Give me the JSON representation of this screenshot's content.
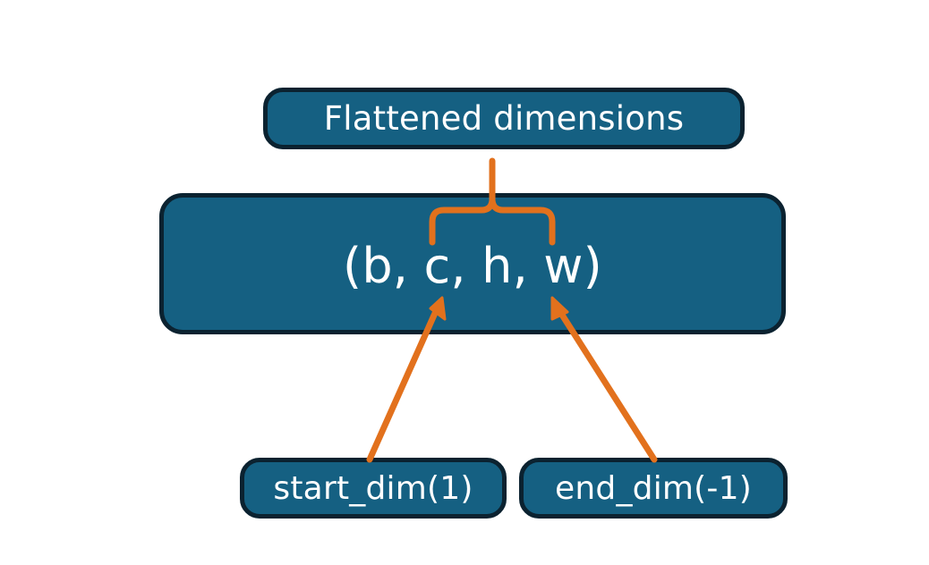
{
  "diagram": {
    "title_node": {
      "label": "Flattened dimensions"
    },
    "shape_node": {
      "label": "(b, c, h, w)"
    },
    "start_node": {
      "label": "start_dim(1)"
    },
    "end_node": {
      "label": "end_dim(-1)"
    },
    "connectors": {
      "brace": {
        "name": "curly-brace-up",
        "label": ""
      },
      "arrow_left": {
        "name": "arrow-start-dim",
        "label": ""
      },
      "arrow_right": {
        "name": "arrow-end-dim",
        "label": ""
      }
    },
    "colors": {
      "node_fill": "#156082",
      "node_border": "#0b2230",
      "node_text": "#ffffff",
      "connector": "#e2711d",
      "background": "#ffffff"
    }
  }
}
